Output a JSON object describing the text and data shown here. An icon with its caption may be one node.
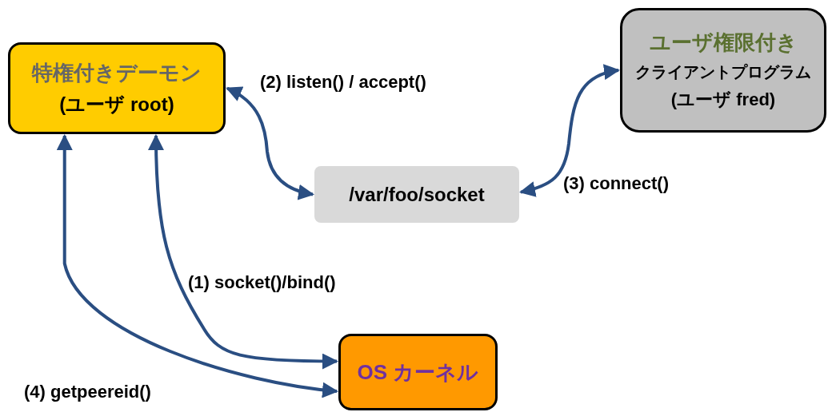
{
  "diagram": {
    "nodes": [
      {
        "text": [
          "特権付きデーモン",
          "(ユーザ root)"
        ]
      },
      {
        "text": [
          "ユーザ権限付き",
          "クライアントプログラム",
          "(ユーザ fred)"
        ]
      },
      {
        "text": [
          "/var/foo/socket"
        ]
      },
      {
        "text": [
          "OS カーネル"
        ]
      }
    ],
    "edges": [
      {
        "from": 0,
        "to": 2,
        "arrow": "both",
        "label": "(2) listen() / accept()"
      },
      {
        "from": 1,
        "to": 2,
        "arrow": "both",
        "label": "(3) connect()"
      },
      {
        "from": 0,
        "to": 3,
        "arrow": "both",
        "label": "(1) socket()/bind()"
      },
      {
        "from": 0,
        "to": 3,
        "arrow": "both",
        "label": "(4) getpeereid()"
      }
    ]
  }
}
